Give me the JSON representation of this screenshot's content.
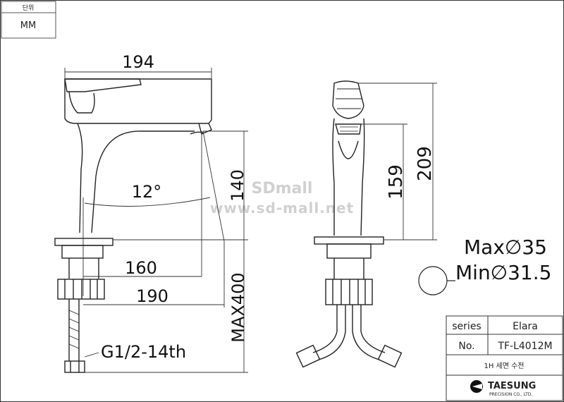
{
  "unit_box": {
    "label": "단위",
    "value": "MM"
  },
  "dimensions": {
    "overall_width": "194",
    "height_spout": "140",
    "angle": "12°",
    "reach_160": "160",
    "reach_190": "190",
    "max_pipe": "MAX400",
    "thread": "G1/2-14th",
    "side_159": "159",
    "side_209": "209",
    "hole_max": "Max∅35",
    "hole_min": "Min∅31.5"
  },
  "watermark": {
    "line1": "SDmall",
    "line2": "www.sd-mall.net"
  },
  "title_block": {
    "series_label": "series",
    "series_value": "Elara",
    "no_label": "No.",
    "no_value": "TF-L4012M",
    "description": "1H  세면 수전",
    "company": "TAESUNG",
    "company_sub": "PRECISION CO., LTD."
  }
}
